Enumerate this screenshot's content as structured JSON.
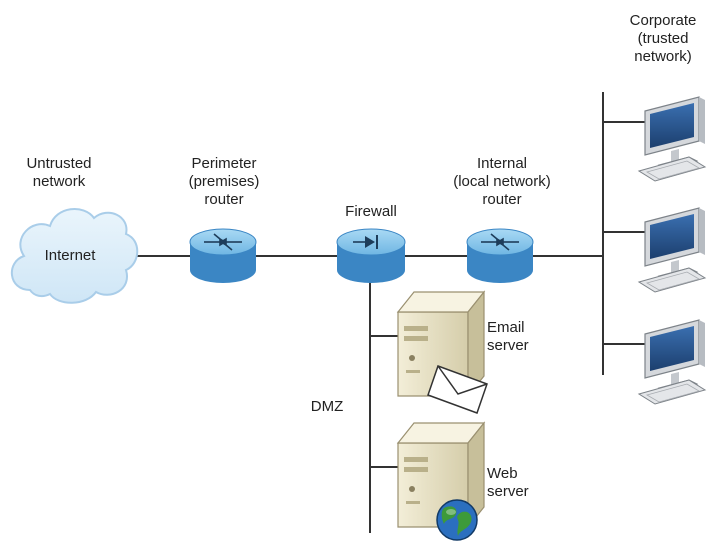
{
  "labels": {
    "untrusted": [
      "Untrusted",
      "network"
    ],
    "internet": "Internet",
    "perimeter": [
      "Perimeter",
      "(premises)",
      "router"
    ],
    "firewall": "Firewall",
    "internal": [
      "Internal",
      "(local network)",
      "router"
    ],
    "corporate": [
      "Corporate",
      "(trusted",
      "network)"
    ],
    "email": [
      "Email",
      "server"
    ],
    "web": [
      "Web",
      "server"
    ],
    "dmz": "DMZ"
  },
  "colors": {
    "line": "#333333",
    "device_top": "#8cc8ec",
    "device_side": "#3b86c4",
    "cloud_fill": "#d7ebf8",
    "cloud_stroke": "#9cc7e6",
    "server_body": "#e8e2c8",
    "monitor_frame": "#d5d8dc",
    "screen": "#2f5f9a",
    "globe_blue": "#2b6fbf",
    "globe_green": "#3d9a3a"
  },
  "icons": [
    "cloud-icon",
    "router-icon",
    "firewall-icon",
    "server-icon",
    "envelope-icon",
    "globe-icon",
    "computer-icon"
  ]
}
